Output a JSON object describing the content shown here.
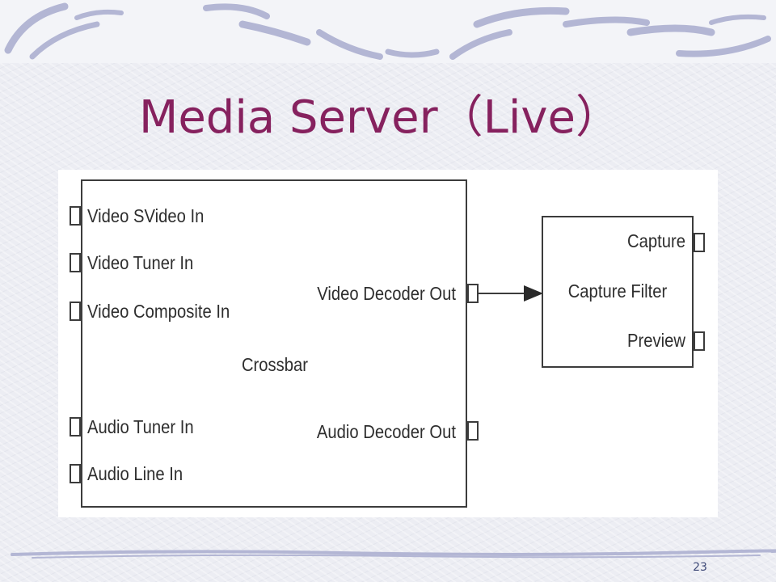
{
  "slide": {
    "title": "Media Server（Live）",
    "page_number": "23"
  },
  "colors": {
    "title": "#86215e",
    "band": "#b3b6d4",
    "line": "#3c3c3c"
  },
  "diagram": {
    "crossbar": {
      "name": "Crossbar",
      "inputs": [
        "Video SVideo In",
        "Video Tuner In",
        "Video Composite In",
        "Audio Tuner In",
        "Audio Line In"
      ],
      "outputs": [
        "Video Decoder Out",
        "Audio Decoder Out"
      ]
    },
    "capture_filter": {
      "name": "Capture Filter",
      "outputs": [
        "Capture",
        "Preview"
      ]
    }
  }
}
